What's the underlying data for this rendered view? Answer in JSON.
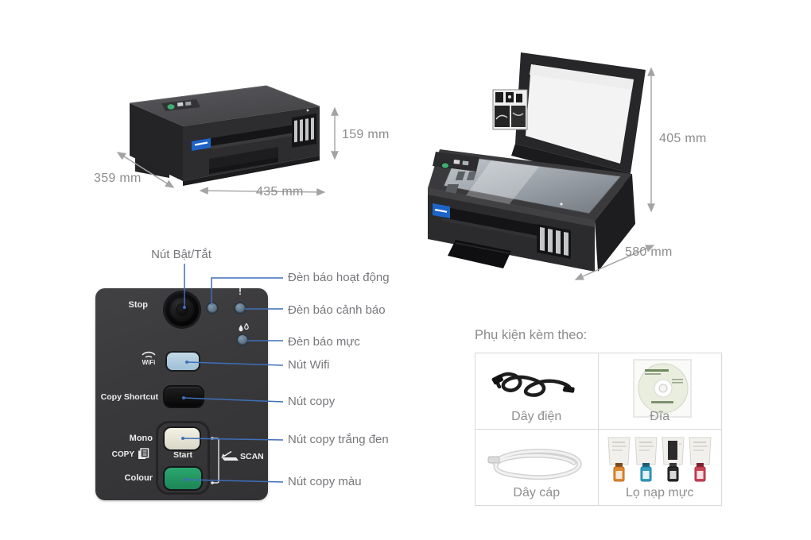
{
  "dimensions_closed": {
    "depth": "359 mm",
    "width": "435 mm",
    "height": "159 mm"
  },
  "dimensions_open": {
    "height": "405 mm",
    "width": "580 mm"
  },
  "control_panel": {
    "stop_label": "Stop",
    "warning_glyph": "!",
    "wifi_label": "WiFi",
    "copy_shortcut_label": "Copy Shortcut",
    "mono_label": "Mono",
    "copy_label": "COPY",
    "start_label": "Start",
    "scan_label": "SCAN",
    "colour_label": "Colour",
    "callouts": {
      "power": "Nút Bật/Tắt",
      "activity": "Đèn báo hoạt động",
      "warning": "Đèn báo cảnh báo",
      "ink": "Đèn báo mực",
      "wifi": "Nút Wifi",
      "copy": "Nút copy",
      "mono": "Nút copy trắng đen",
      "colour": "Nút copy màu"
    }
  },
  "accessories": {
    "title": "Phụ kiện kèm theo:",
    "items": [
      {
        "label": "Dây điện"
      },
      {
        "label": "Đĩa"
      },
      {
        "label": "Dây cáp"
      },
      {
        "label": "Lọ nạp mực"
      }
    ]
  },
  "icons": {
    "warning": "exclamation-icon",
    "ink": "ink-droplets-icon",
    "wifi": "wifi-signal-icon",
    "copy": "copy-document-icon",
    "scan": "scanner-icon",
    "power": "power-button-icon"
  },
  "colors": {
    "panel_background": "#39393b",
    "wifi_button": "#aecbdd",
    "mono_button": "#ece9da",
    "colour_button": "#259668",
    "copy_shortcut_button": "#141416",
    "led": "#68819b",
    "callout_line": "#3f6fb8",
    "label_gray": "#76777b",
    "dimension_gray": "#8d8d8d",
    "brand_blue": "#1e63c8",
    "table_border": "#d9d9d9"
  }
}
